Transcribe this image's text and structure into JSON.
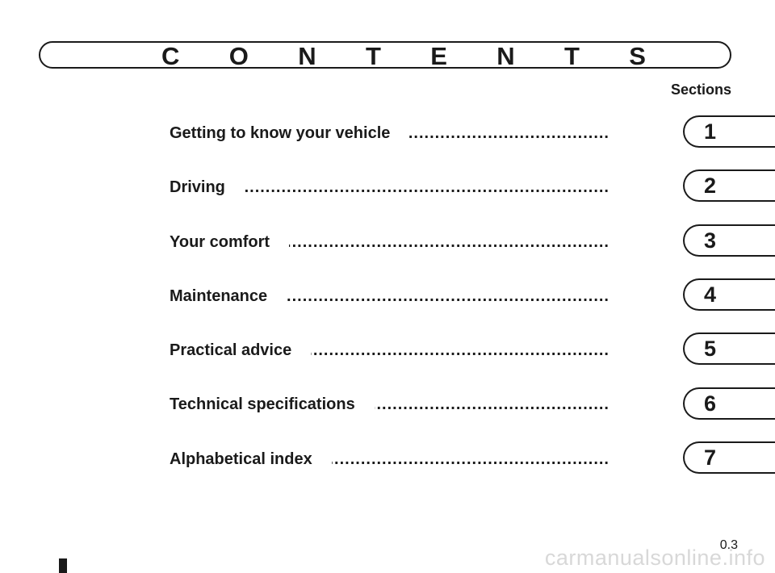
{
  "header": {
    "title_letters": [
      "C",
      "O",
      "N",
      "T",
      "E",
      "N",
      "T",
      "S"
    ],
    "sections_label": "Sections"
  },
  "toc": {
    "entries": [
      {
        "label": "Getting to know your vehicle",
        "section": "1"
      },
      {
        "label": "Driving",
        "section": "2"
      },
      {
        "label": "Your comfort",
        "section": "3"
      },
      {
        "label": "Maintenance",
        "section": "4"
      },
      {
        "label": "Practical advice",
        "section": "5"
      },
      {
        "label": "Technical specifications",
        "section": "6"
      },
      {
        "label": "Alphabetical index",
        "section": "7"
      }
    ],
    "leader_dots": "...................................................................................................................................................................."
  },
  "footer": {
    "page_number": "0.3",
    "watermark": "carmanualsonline.info"
  }
}
